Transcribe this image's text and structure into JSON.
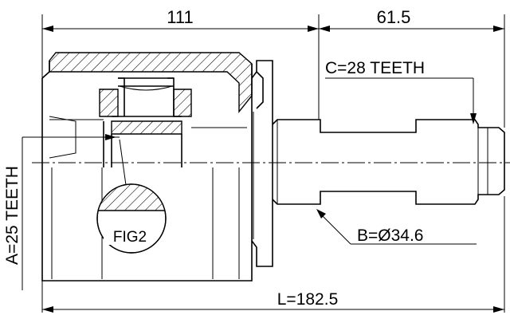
{
  "dimensions": {
    "top_left": "111",
    "top_right": "61.5",
    "spline_c": "C=28 TEETH",
    "diameter_b": "B=Ø34.6",
    "length_l": "L=182.5",
    "spline_a": "A=25 TEETH"
  },
  "detail_label": "FIG2"
}
